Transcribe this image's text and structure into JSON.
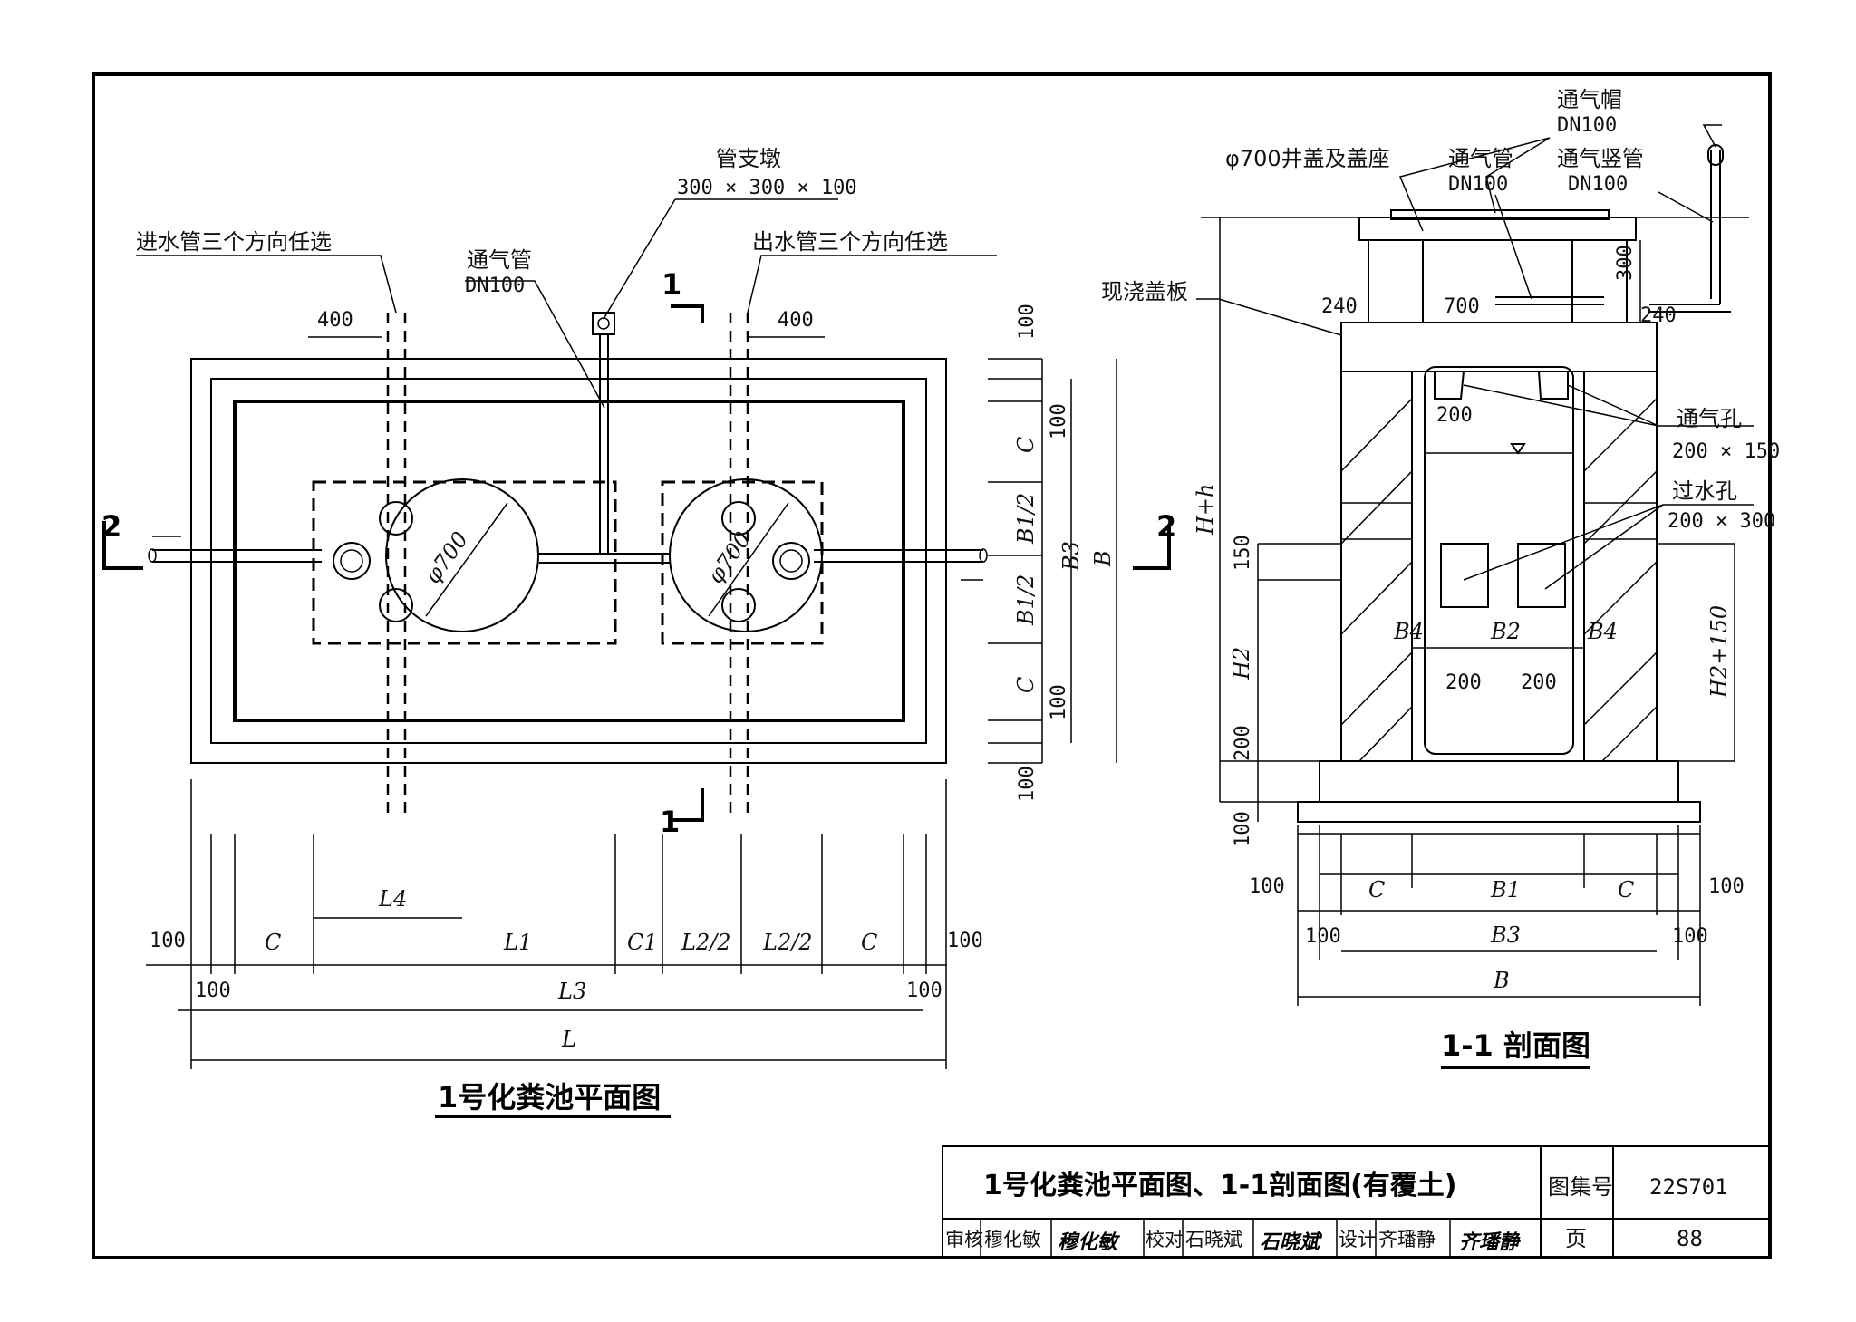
{
  "plan": {
    "title": "1号化粪池平面图",
    "inlet_note": "进水管三个方向任选",
    "outlet_note": "出水管三个方向任选",
    "pipe_support": "管支墩",
    "pipe_support_size": "300 × 300 × 100",
    "vent_pipe": "通气管",
    "vent_pipe_dn": "DN100",
    "manhole_dia": "φ700",
    "section_mark_1": "1",
    "section_mark_2": "2",
    "dim_400": "400",
    "dim_100": "100",
    "sym_C": "C",
    "sym_B": "B",
    "sym_B1_half": "B1/2",
    "sym_B3": "B3",
    "sym_L": "L",
    "sym_L1": "L1",
    "sym_L3": "L3",
    "sym_L4": "L4",
    "sym_C1": "C1",
    "sym_L2_half": "L2/2"
  },
  "section": {
    "title": "1-1 剖面图",
    "vent_cap": "通气帽",
    "vent_cap_dn": "DN100",
    "manhole_cover": "φ700井盖及盖座",
    "vent_pipe": "通气管",
    "vent_pipe_dn": "DN100",
    "vent_riser": "通气竖管",
    "vent_riser_dn": "DN100",
    "cast_slab": "现浇盖板",
    "vent_hole": "通气孔",
    "vent_hole_size": "200 × 150",
    "flow_hole": "过水孔",
    "flow_hole_size": "200 × 300",
    "dim_240": "240",
    "dim_700": "700",
    "dim_300": "300",
    "dim_200": "200",
    "dim_150": "150",
    "dim_100": "100",
    "sym_Hh": "H+h",
    "sym_H2": "H2",
    "sym_H2_150": "H2+150",
    "sym_B4": "B4",
    "sym_B2": "B2",
    "sym_B1": "B1",
    "sym_B3": "B3",
    "sym_B": "B",
    "sym_C": "C"
  },
  "titleblock": {
    "drawing_title": "1号化粪池平面图、1-1剖面图(有覆土)",
    "atlas_label": "图集号",
    "atlas_no": "22S701",
    "page_label": "页",
    "page_no": "88",
    "review_label": "审核",
    "reviewer": "穆化敏",
    "reviewer_sig": "穆化敏",
    "check_label": "校对",
    "checker": "石晓斌",
    "checker_sig": "石晓斌",
    "design_label": "设计",
    "designer": "齐璠静",
    "designer_sig": "齐璠静"
  }
}
